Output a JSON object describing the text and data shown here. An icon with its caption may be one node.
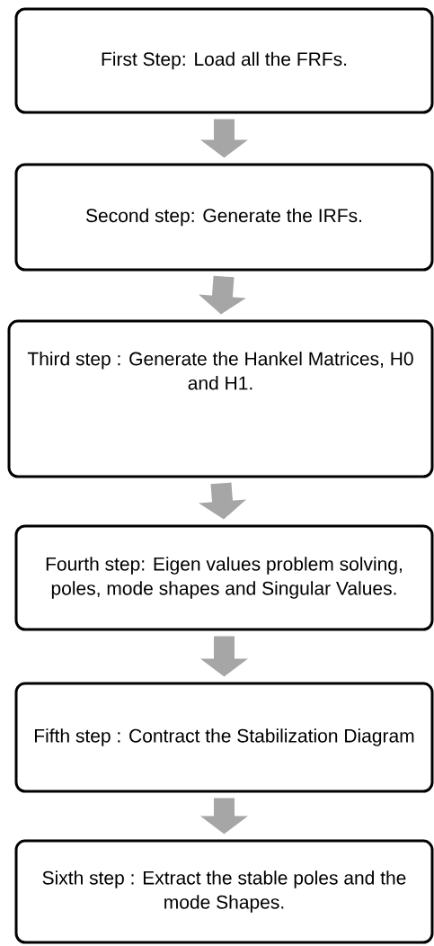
{
  "diagram": {
    "nodes": [
      {
        "text": [
          "First Step: Load all the FRFs."
        ]
      },
      {
        "text": [
          "Second step: Generate the IRFs."
        ]
      },
      {
        "text": [
          "Third step :  Generate the Hankel Matrices, H0 and H1."
        ]
      },
      {
        "text": [
          "Fourth step:  Eigen values problem solving, poles,  mode shapes and Singular Values."
        ]
      },
      {
        "text": [
          "Fifth step : Contract the Stabilization Diagram"
        ]
      },
      {
        "text": [
          "Sixth step : Extract the stable poles and the mode Shapes."
        ]
      }
    ],
    "edges": [
      {
        "from": 0,
        "to": 1,
        "arrow": "to"
      },
      {
        "from": 1,
        "to": 2,
        "arrow": "to"
      },
      {
        "from": 2,
        "to": 3,
        "arrow": "to"
      },
      {
        "from": 3,
        "to": 4,
        "arrow": "to"
      },
      {
        "from": 4,
        "to": 5,
        "arrow": "to"
      }
    ]
  }
}
